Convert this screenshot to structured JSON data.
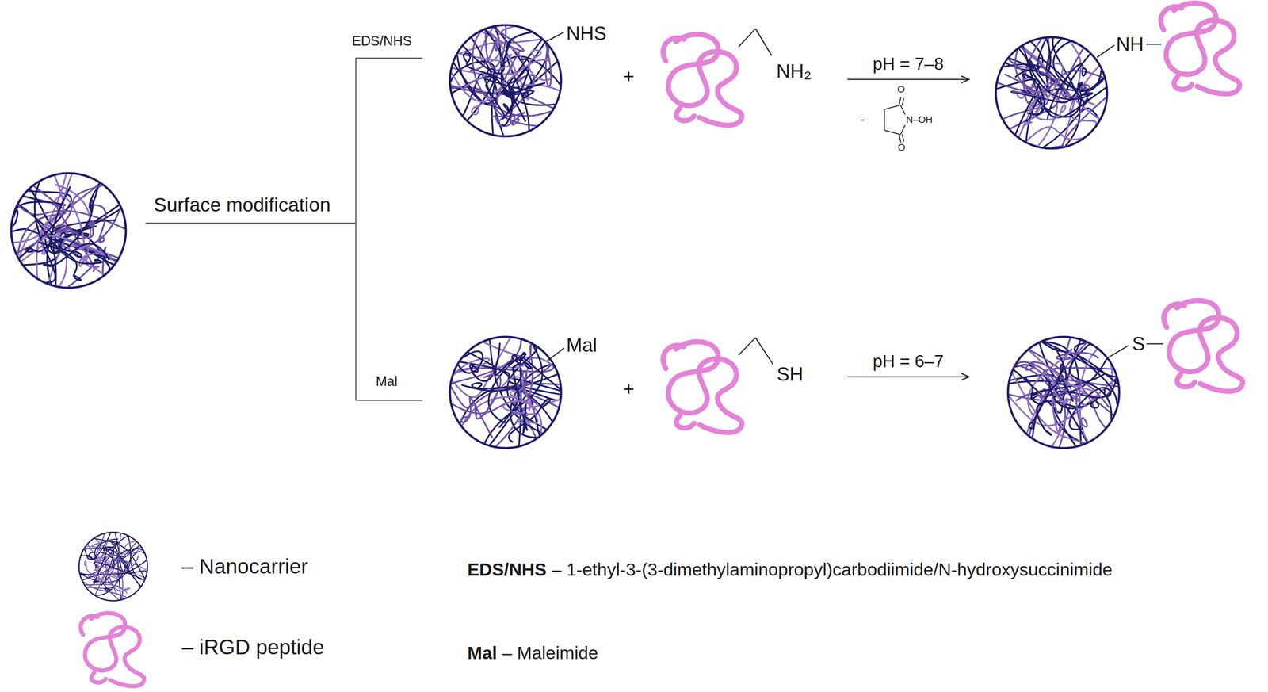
{
  "diagram": {
    "nodes": [
      {
        "text": [
          "NHS"
        ]
      },
      {
        "text": [
          "NH₂"
        ]
      },
      {
        "text": [
          "NH"
        ]
      },
      {
        "text": [
          "Mal"
        ]
      },
      {
        "text": [
          "SH"
        ]
      },
      {
        "text": [
          "S"
        ]
      }
    ],
    "edges": [
      {
        "from": 1,
        "to": 2,
        "arrow": "to",
        "label": "pH = 7–8"
      },
      {
        "from": 4,
        "to": 5,
        "arrow": "to",
        "label": "pH = 6–7"
      }
    ],
    "labels": [
      "Surface modification",
      "EDS/NHS",
      "Mal",
      "+",
      "+",
      "-",
      "O",
      "O",
      "N–OH",
      "EDS/NHS",
      "– 1-ethyl-3-(3-dimethylaminopropyl)carbodiimide/N-hydroxysuccinimide",
      "Mal",
      "– Maleimide"
    ],
    "legend": [
      {
        "text": "– Nanocarrier"
      },
      {
        "text": "– iRGD peptide"
      }
    ]
  }
}
